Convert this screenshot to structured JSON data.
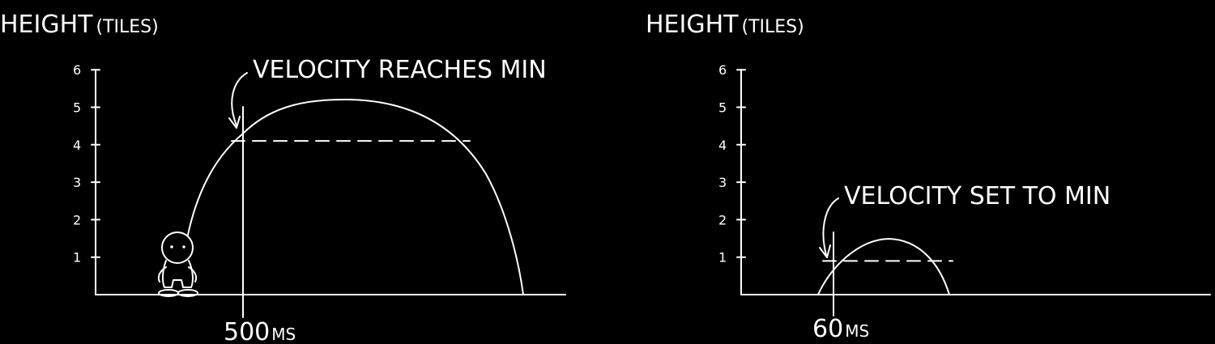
{
  "chart_data": [
    {
      "type": "line",
      "ylabel": "HEIGHT",
      "ylabel_unit": "(TILES)",
      "yticks": [
        1,
        2,
        3,
        4,
        5,
        6
      ],
      "ylim": [
        0,
        6
      ],
      "annotation": "VELOCITY REACHES MIN",
      "marker_x_value": "500",
      "marker_x_unit": "MS",
      "dashed_y": 4.1,
      "peak_y": 5.2,
      "character_icon": "person-icon"
    },
    {
      "type": "line",
      "ylabel": "HEIGHT",
      "ylabel_unit": "(TILES)",
      "yticks": [
        1,
        2,
        3,
        4,
        5,
        6
      ],
      "ylim": [
        0,
        6
      ],
      "annotation": "VELOCITY SET TO MIN",
      "marker_x_value": "60",
      "marker_x_unit": "MS",
      "dashed_y": 0.9,
      "peak_y": 1.6
    }
  ]
}
